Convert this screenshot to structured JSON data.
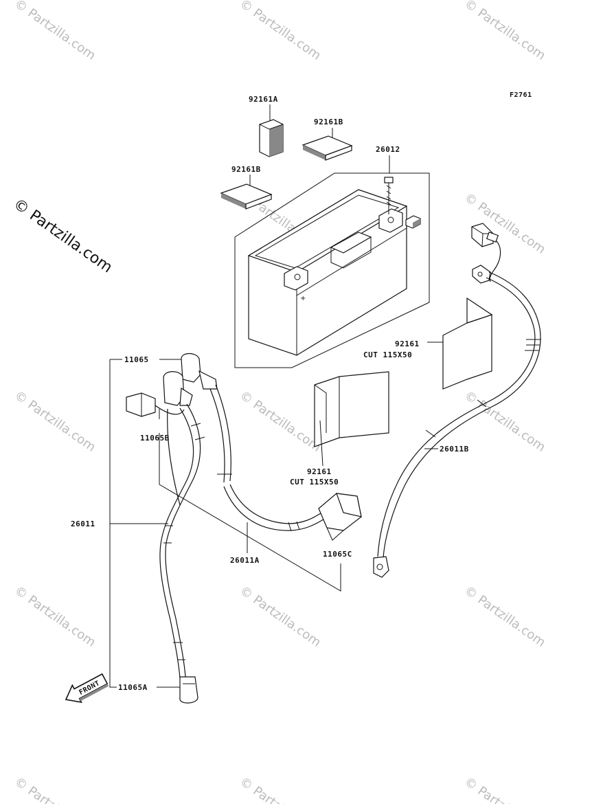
{
  "figure_code": "F2761",
  "watermarks": {
    "repeated": "© Partzilla.com",
    "large": "© Partzilla.com"
  },
  "front_marker": "FRONT",
  "callouts": [
    {
      "id": "92161A",
      "label": "92161A"
    },
    {
      "id": "92161B-top",
      "label": "92161B"
    },
    {
      "id": "92161B-left",
      "label": "92161B"
    },
    {
      "id": "26012",
      "label": "26012"
    },
    {
      "id": "92161-right",
      "label": "92161",
      "sub": "CUT 115X50"
    },
    {
      "id": "92161-mid",
      "label": "92161",
      "sub": "CUT 115X50"
    },
    {
      "id": "11065",
      "label": "11065"
    },
    {
      "id": "11065B",
      "label": "11065B"
    },
    {
      "id": "26011",
      "label": "26011"
    },
    {
      "id": "26011A",
      "label": "26011A"
    },
    {
      "id": "11065C",
      "label": "11065C"
    },
    {
      "id": "26011B",
      "label": "26011B"
    },
    {
      "id": "11065A",
      "label": "11065A"
    }
  ]
}
